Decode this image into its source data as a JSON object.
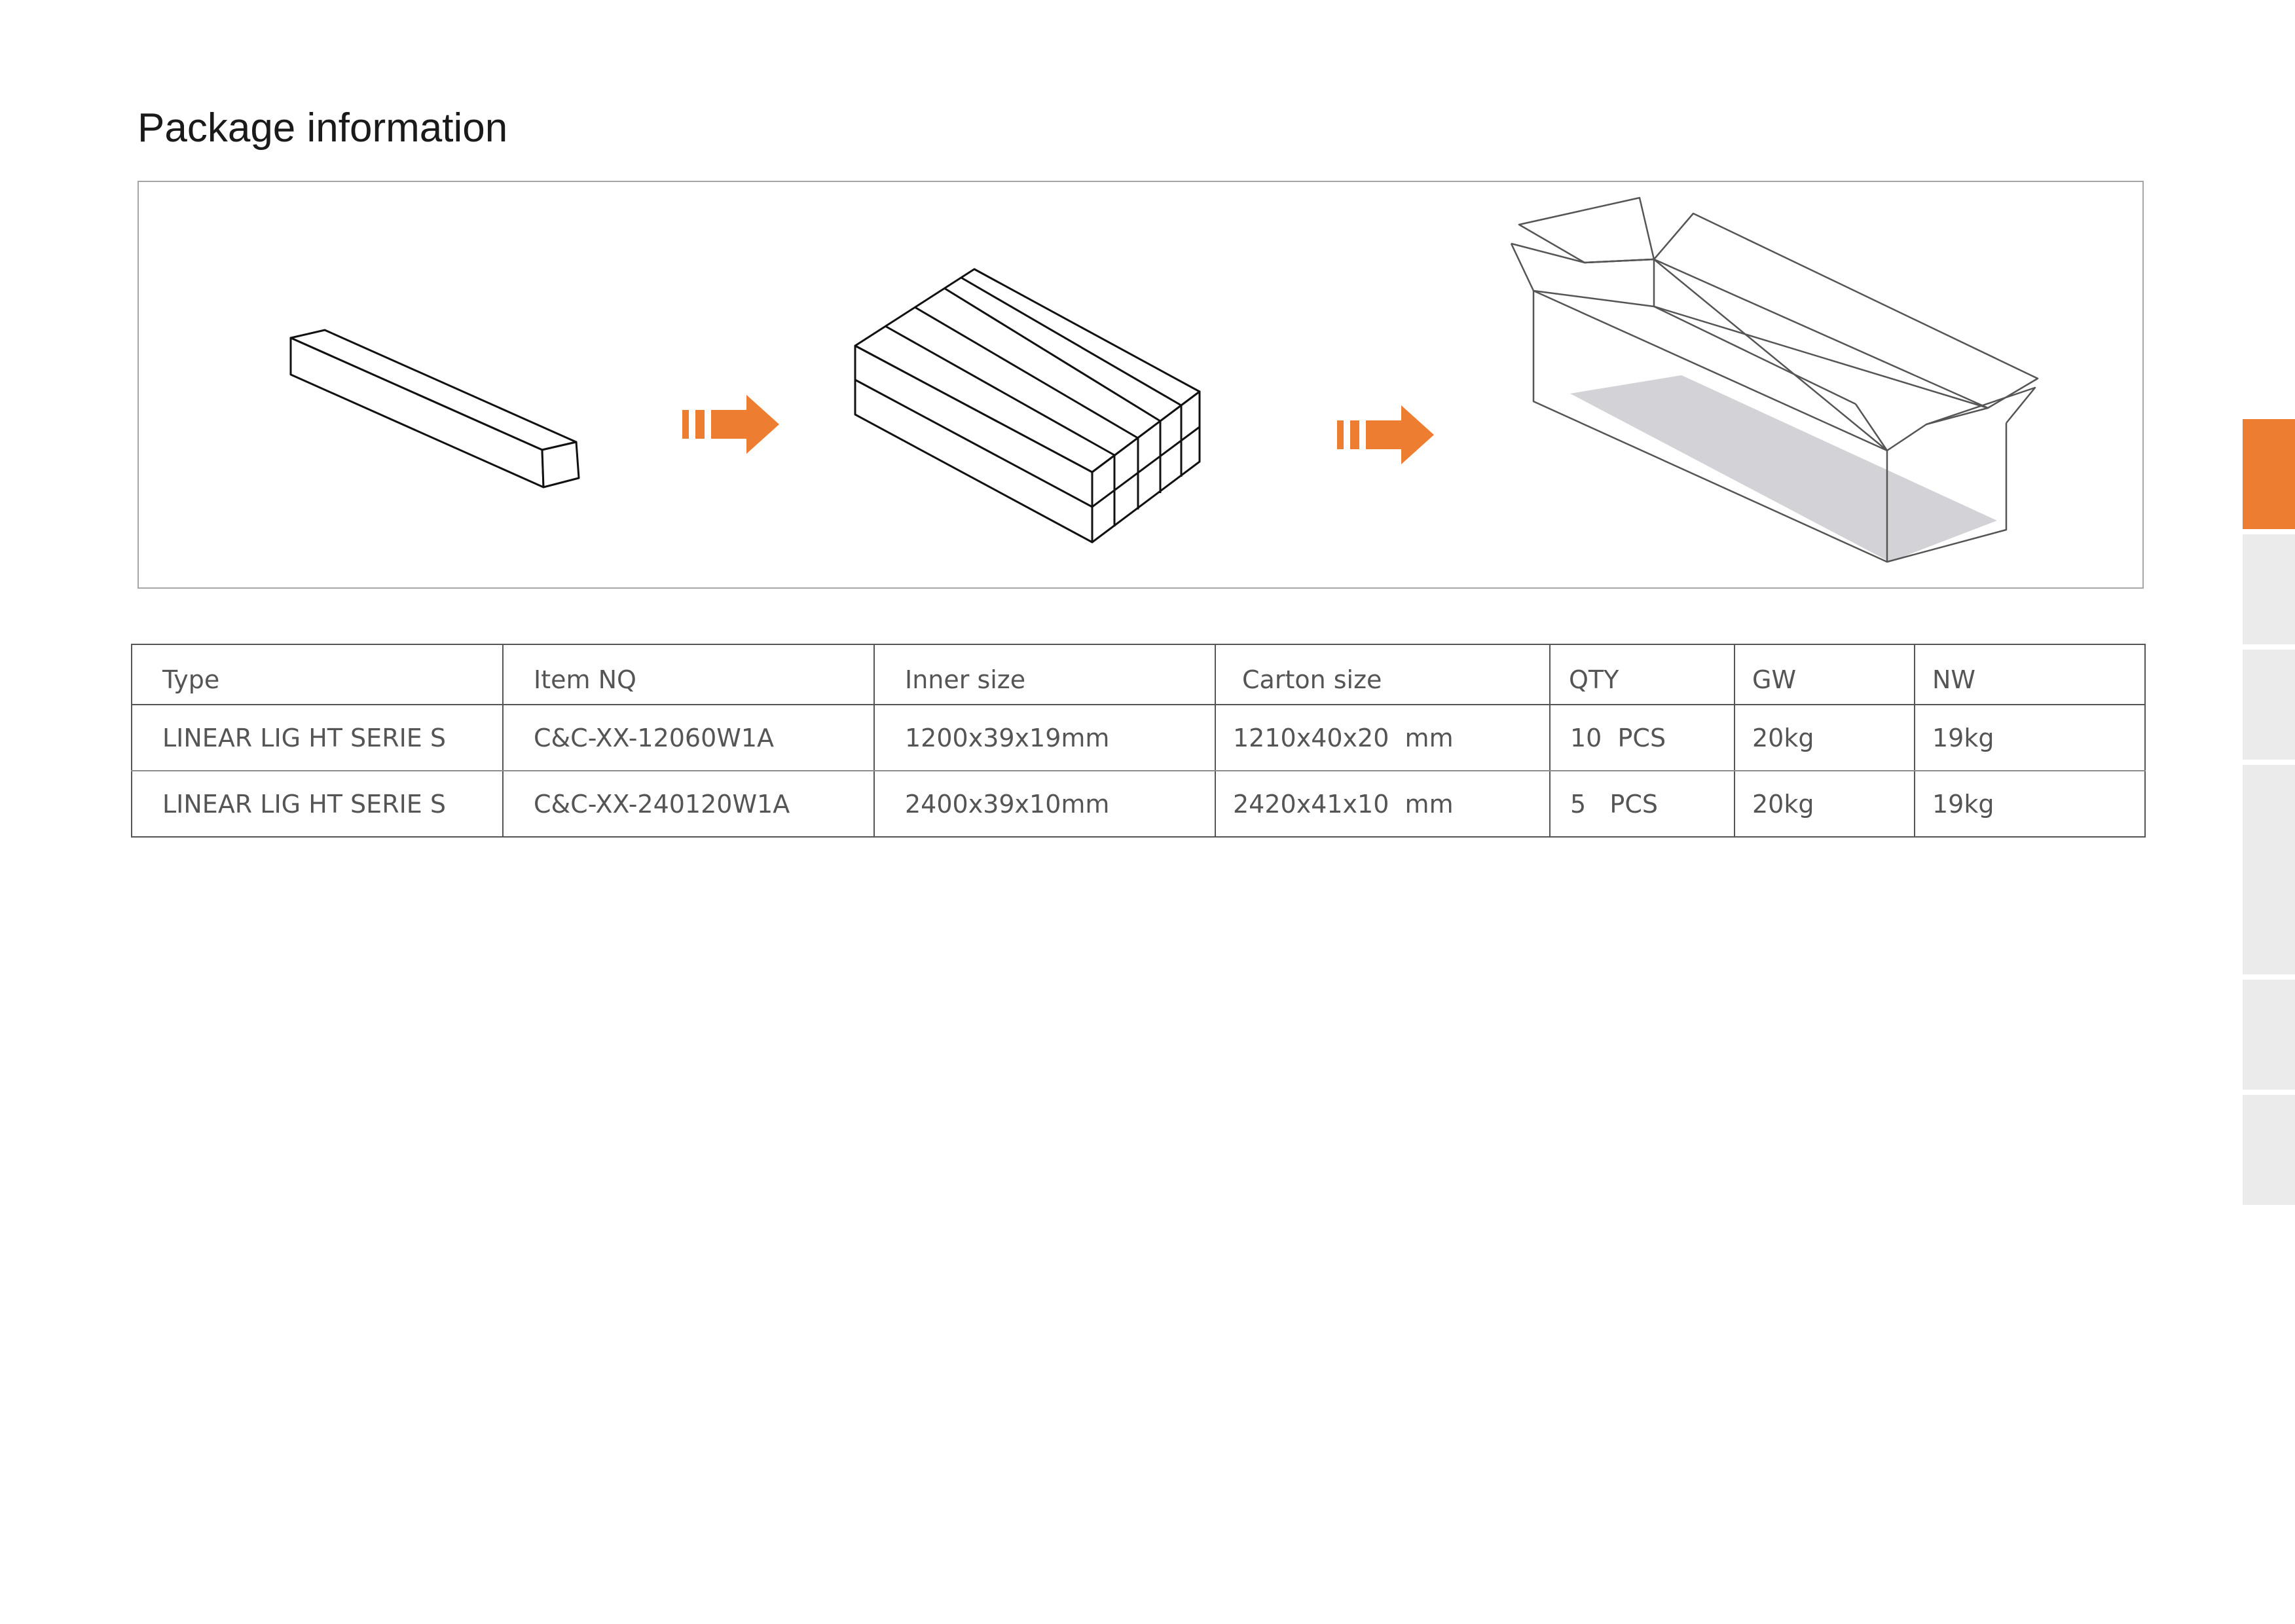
{
  "page": {
    "title": "Package information"
  },
  "illustration": {
    "steps": [
      {
        "icon": "single-light-bar-icon"
      },
      {
        "icon": "arrow-right-icon"
      },
      {
        "icon": "bundled-light-bars-icon"
      },
      {
        "icon": "arrow-right-icon"
      },
      {
        "icon": "open-carton-box-icon"
      }
    ],
    "accent_color": "#ed7d31"
  },
  "table": {
    "headers": [
      "Type",
      "Item NQ",
      "Inner size",
      "Carton size",
      "QTY",
      "GW",
      "NW"
    ],
    "rows": [
      [
        "LINEAR LIG HT SERIE S",
        "C&C-XX-12060W1A",
        "1200x39x19mm",
        "1210x40x20  mm",
        "10  PCS",
        "20kg",
        "19kg"
      ],
      [
        "LINEAR LIG HT SERIE S",
        "C&C-XX-240120W1A",
        "2400x39x10mm",
        "2420x41x10  mm",
        "5   PCS",
        "20kg",
        "19kg"
      ]
    ]
  },
  "side_tabs": {
    "active_color": "#ed7d31",
    "inactive_color": "#ebebeb",
    "active_index": 0,
    "count": 6
  }
}
